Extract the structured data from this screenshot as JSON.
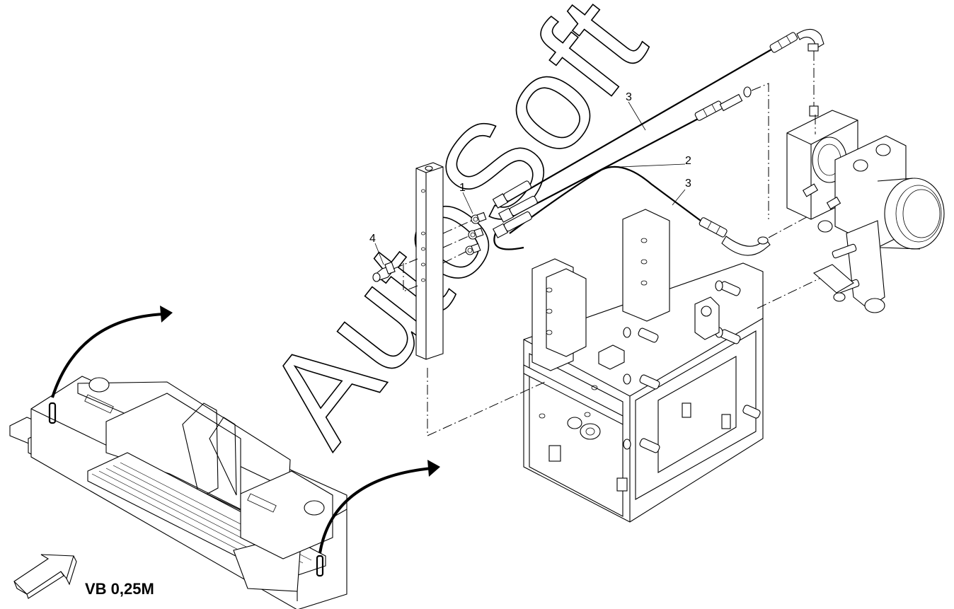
{
  "diagram": {
    "callouts": [
      {
        "id": "c1",
        "label": "1"
      },
      {
        "id": "c2",
        "label": "2"
      },
      {
        "id": "c3a",
        "label": "3"
      },
      {
        "id": "c3b",
        "label": "3"
      },
      {
        "id": "c4",
        "label": "4"
      }
    ],
    "view_label": "VB 0,25M",
    "watermark": "AutoSoft"
  }
}
